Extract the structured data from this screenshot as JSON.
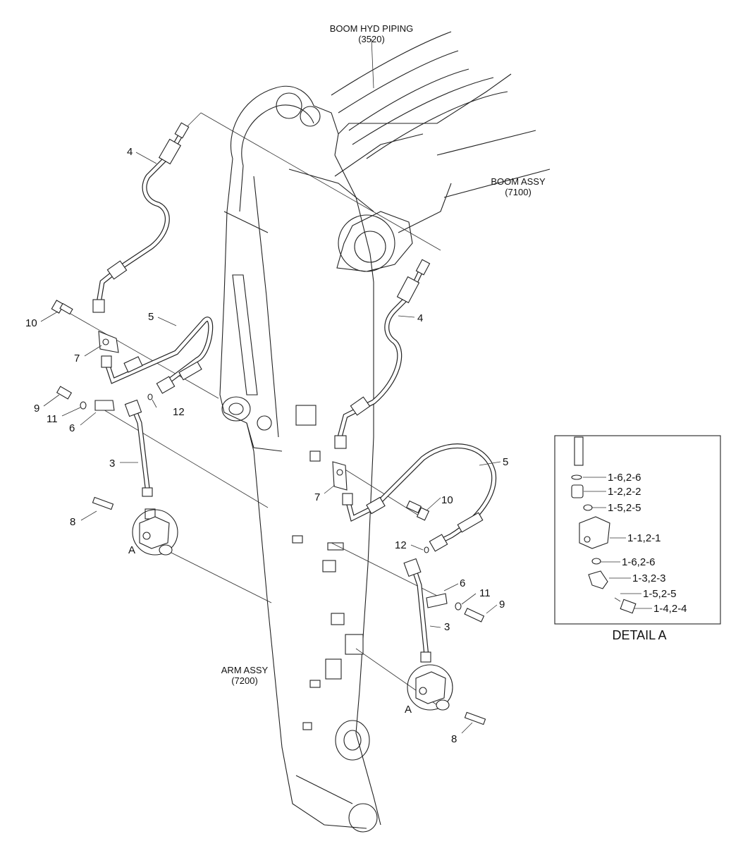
{
  "titles": {
    "boom_piping_name": "BOOM HYD PIPING",
    "boom_piping_ref": "(3520)",
    "boom_assy_name": "BOOM ASSY",
    "boom_assy_ref": "(7100)",
    "arm_assy_name": "ARM ASSY",
    "arm_assy_ref": "(7200)"
  },
  "callouts": {
    "left": {
      "p4": "4",
      "p10": "10",
      "p5": "5",
      "p7": "7",
      "p9": "9",
      "p11": "11",
      "p6": "6",
      "p12": "12",
      "p3": "3",
      "p8": "8",
      "detail": "A"
    },
    "right": {
      "p4": "4",
      "p5": "5",
      "p7": "7",
      "p10": "10",
      "p12": "12",
      "p6": "6",
      "p11": "11",
      "p9": "9",
      "p3": "3",
      "detail": "A",
      "p8": "8"
    }
  },
  "detail_a": {
    "title": "DETAIL A",
    "items": [
      "1-6,2-6",
      "1-2,2-2",
      "1-5,2-5",
      "1-1,2-1",
      "1-6,2-6",
      "1-3,2-3",
      "1-5,2-5",
      "1-4,2-4"
    ]
  }
}
